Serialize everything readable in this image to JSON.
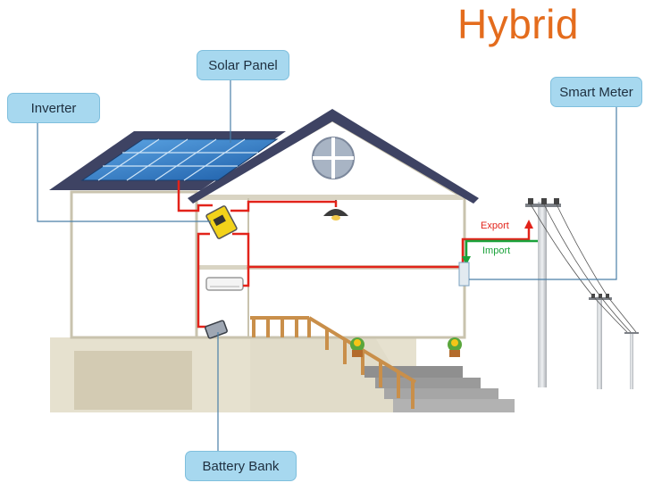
{
  "title": "Hybrid",
  "labels": {
    "solar_panel": "Solar Panel",
    "inverter": "Inverter",
    "smart_meter": "Smart Meter",
    "battery_bank": "Battery Bank"
  },
  "flows": {
    "export": "Export",
    "import": "Import"
  },
  "colors": {
    "title": "#e46c1d",
    "label_fill": "#a7d8ef",
    "roof": "#3e4363",
    "export_line": "#e2231a",
    "import_line": "#1aa23a",
    "wall": "#c9c3ae"
  }
}
